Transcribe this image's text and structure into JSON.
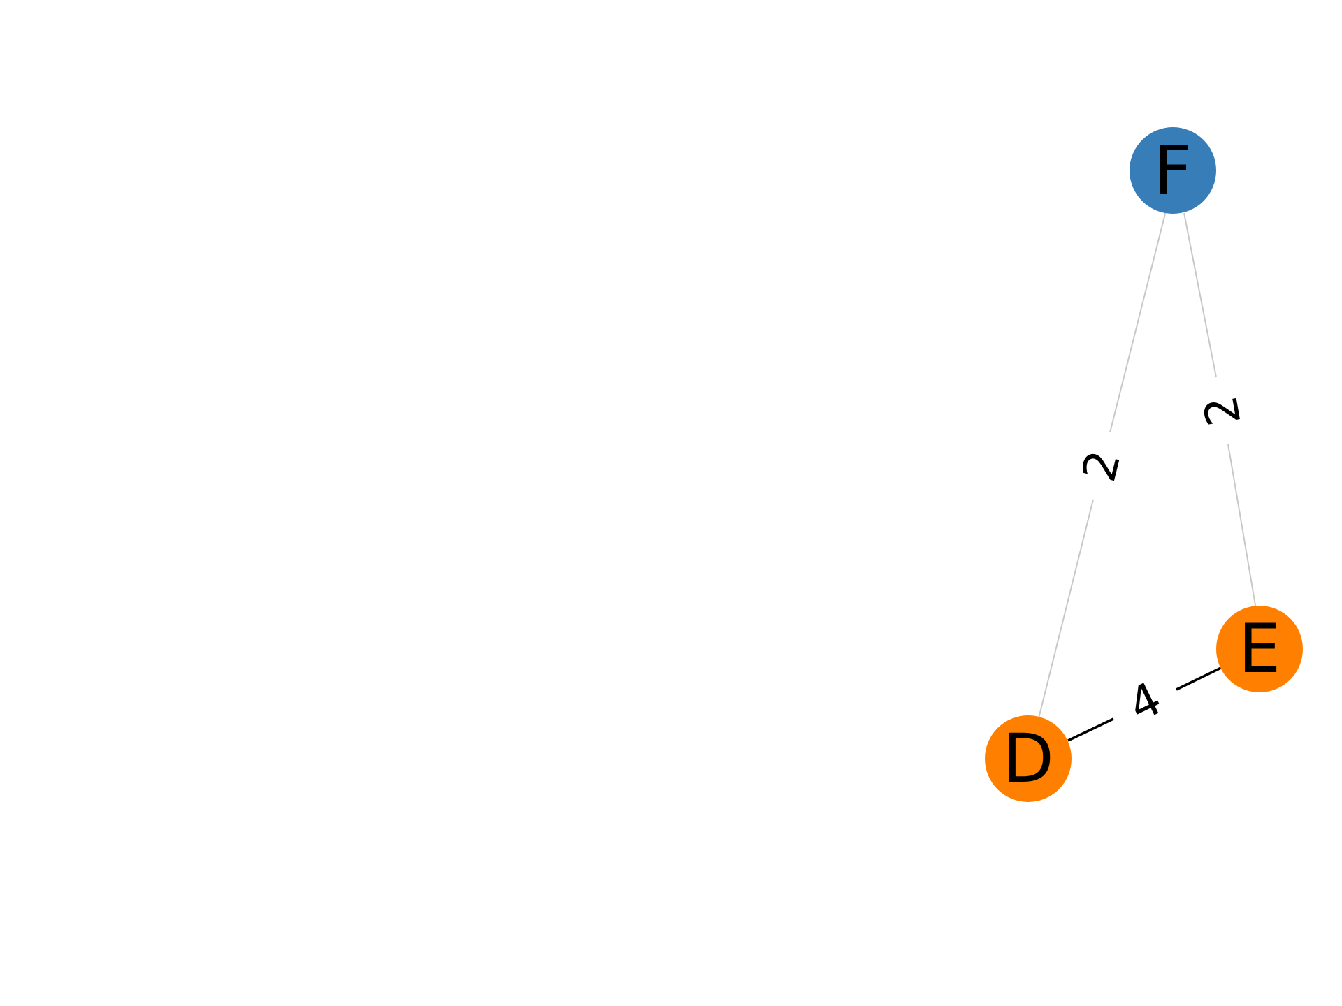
{
  "colors": {
    "node_blue": "#377eb8",
    "node_orange": "#ff7f00",
    "edge_light": "#c8c8c8",
    "edge_dark": "#000000"
  },
  "graph": {
    "nodes": [
      {
        "id": "F",
        "label": "F",
        "color": "#377eb8"
      },
      {
        "id": "E",
        "label": "E",
        "color": "#ff7f00"
      },
      {
        "id": "D",
        "label": "D",
        "color": "#ff7f00"
      }
    ],
    "edges": [
      {
        "from": "F",
        "to": "D",
        "label": "2",
        "style": "light"
      },
      {
        "from": "F",
        "to": "E",
        "label": "2",
        "style": "light"
      },
      {
        "from": "D",
        "to": "E",
        "label": "4",
        "style": "dark"
      }
    ]
  }
}
